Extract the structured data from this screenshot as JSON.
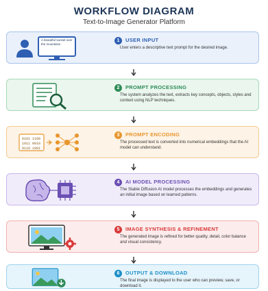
{
  "header": {
    "title": "WORKFLOW DIAGRAM",
    "subtitle": "Text-to-Image Generator Platform"
  },
  "steps": [
    {
      "num": "1",
      "title": "USER INPUT",
      "desc": "User enters a descriptive text prompt for the desired image.",
      "bubble_text": "A beautiful sunset over the mountains",
      "icon": "user-computer-icon",
      "accent": "#2f5fb3",
      "bg": "#eaf1fb",
      "border": "#a8c3ea"
    },
    {
      "num": "2",
      "title": "PROMPT PROCESSING",
      "desc": "The system analyzes the text, extracts key concepts, objects, styles and context using NLP techniques.",
      "icon": "document-magnifier-icon",
      "accent": "#2e8b57",
      "bg": "#eaf6ee",
      "border": "#a6d8b6"
    },
    {
      "num": "3",
      "title": "PROMPT ENCODING",
      "desc": "The processed text is converted into numerical embeddings that the AI model can understand.",
      "icon": "encoding-network-icon",
      "accent": "#e8962e",
      "bg": "#fdf3e6",
      "border": "#f2c98f"
    },
    {
      "num": "4",
      "title": "AI MODEL PROCESSING",
      "desc": "The Stable Diffusion AI model processes the embeddings and generates an initial image based on learned patterns.",
      "icon": "ai-brain-chip-icon",
      "accent": "#6a4fb3",
      "bg": "#f1ecfa",
      "border": "#c7b6ea"
    },
    {
      "num": "5",
      "title": "IMAGE SYNTHESIS & REFINEMENT",
      "desc": "The generated image is refined for better quality, detail, color balance and visual consistency.",
      "icon": "monitor-gear-icon",
      "accent": "#d83a3a",
      "bg": "#fdecec",
      "border": "#f0b0b0"
    },
    {
      "num": "6",
      "title": "OUTPUT & DOWNLOAD",
      "desc": "The final image is displayed to the user who can preview, save, or download it.",
      "icon": "image-download-icon",
      "accent": "#1d8fc9",
      "bg": "#e6f4fb",
      "border": "#9fd2ee"
    }
  ]
}
